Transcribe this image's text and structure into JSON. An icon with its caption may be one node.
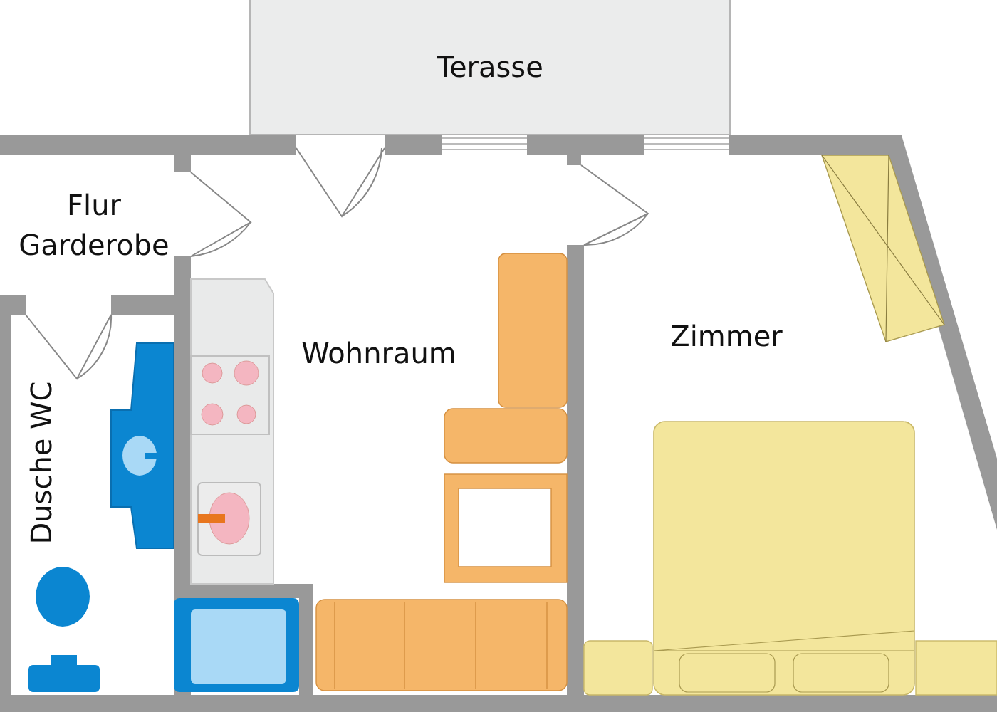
{
  "diagram": {
    "nodes": [
      {
        "text": [
          "Terasse"
        ]
      }
    ],
    "labels": [
      "Flur Garderobe",
      "Wohnraum",
      "Zimmer",
      "Dusche WC"
    ]
  }
}
